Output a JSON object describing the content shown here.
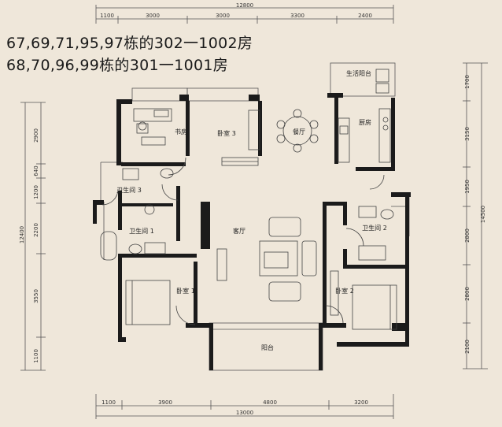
{
  "captions": {
    "line1": "67,69,71,95,97栋的302一1002房",
    "line2": "68,70,96,99栋的301一1001房"
  },
  "rooms": {
    "balcony_service": "生活阳台",
    "study": "书房",
    "bedroom3": "卧室 3",
    "dining": "餐厅",
    "kitchen": "厨房",
    "bath3": "卫生间 3",
    "bath1": "卫生间 1",
    "living": "客厅",
    "bath2": "卫生间 2",
    "bedroom1": "卧室 1",
    "bedroom2": "卧室 2",
    "balcony": "阳台"
  },
  "dimensions": {
    "top_total": "12800",
    "top": [
      "1100",
      "3000",
      "3000",
      "3300",
      "2400"
    ],
    "bottom_total": "13000",
    "bottom": [
      "1100",
      "3900",
      "4800",
      "3200"
    ],
    "left_total": "12400",
    "left": [
      "2900",
      "640",
      "1200",
      "2200",
      "3550",
      "1100"
    ],
    "right_total": "14500",
    "right": [
      "1700",
      "3150",
      "1950",
      "2800",
      "2800",
      "2100"
    ]
  },
  "colors": {
    "background": "#efe7da",
    "wall": "#1b1b1b",
    "line": "#555555",
    "furniture": "#444444"
  }
}
